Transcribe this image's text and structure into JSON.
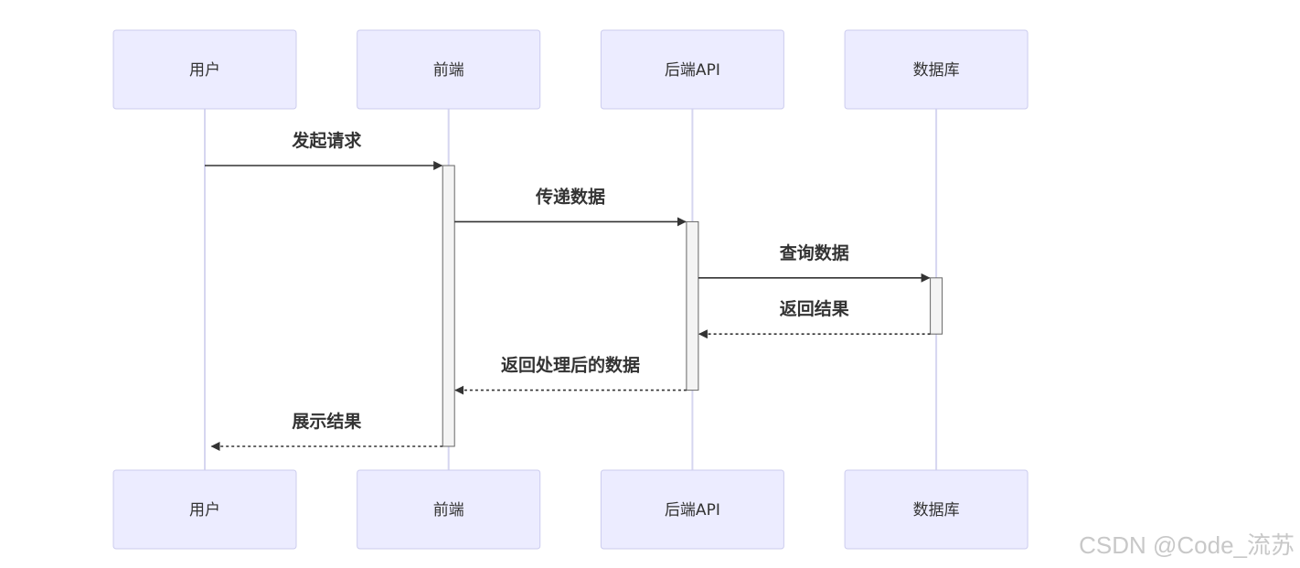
{
  "diagram": {
    "type": "sequence",
    "participants": [
      {
        "id": "user",
        "label": "用户"
      },
      {
        "id": "frontend",
        "label": "前端"
      },
      {
        "id": "backend",
        "label": "后端API"
      },
      {
        "id": "db",
        "label": "数据库"
      }
    ],
    "messages": [
      {
        "from": "user",
        "to": "frontend",
        "label": "发起请求",
        "style": "solid"
      },
      {
        "from": "frontend",
        "to": "backend",
        "label": "传递数据",
        "style": "solid"
      },
      {
        "from": "backend",
        "to": "db",
        "label": "查询数据",
        "style": "solid"
      },
      {
        "from": "db",
        "to": "backend",
        "label": "返回结果",
        "style": "dashed"
      },
      {
        "from": "backend",
        "to": "frontend",
        "label": "返回处理后的数据",
        "style": "dashed"
      },
      {
        "from": "frontend",
        "to": "user",
        "label": "展示结果",
        "style": "dashed"
      }
    ],
    "activations": [
      {
        "participant": "frontend",
        "from_message": 0,
        "to_message": 5
      },
      {
        "participant": "backend",
        "from_message": 1,
        "to_message": 4
      },
      {
        "participant": "db",
        "from_message": 2,
        "to_message": 3
      }
    ],
    "colors": {
      "actor_fill": "#ECECFF",
      "actor_border": "#CCCCEE",
      "lifeline": "#D6D6F0",
      "arrow": "#333333",
      "text": "#333333",
      "activation_fill": "#F4F4F4",
      "activation_border": "#666666"
    }
  },
  "watermark": "CSDN @Code_流苏"
}
